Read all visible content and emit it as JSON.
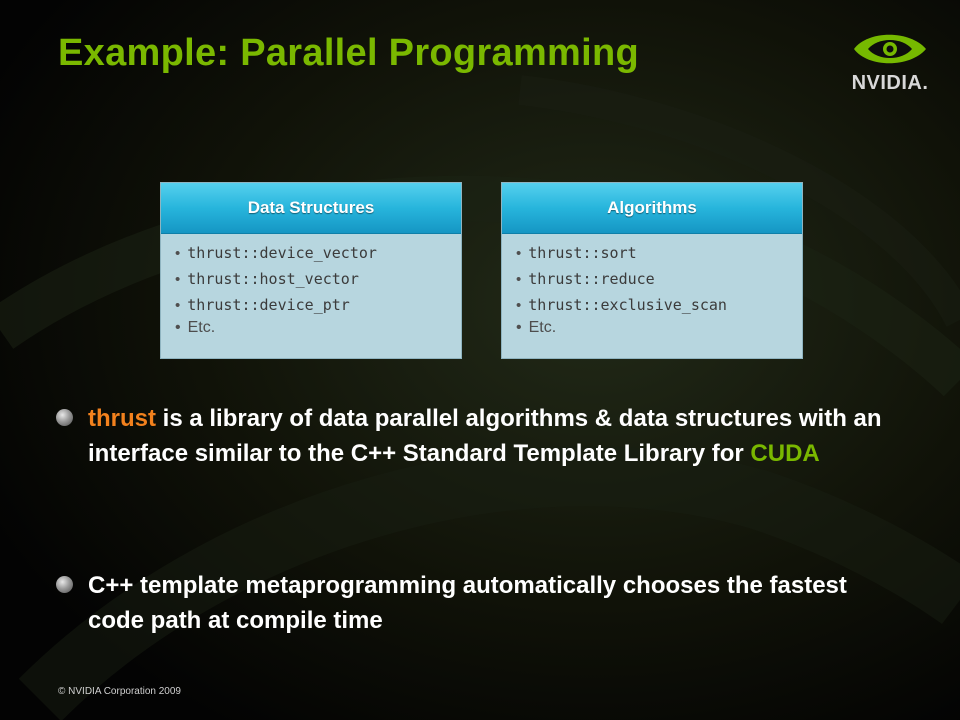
{
  "slide": {
    "title": "Example: Parallel Programming",
    "logo": {
      "text": "NVIDIA.",
      "icon": "nvidia-eye-icon",
      "color": "#76b900"
    },
    "panels": [
      {
        "header": "Data Structures",
        "items": [
          "thrust::device_vector",
          "thrust::host_vector",
          "thrust::device_ptr",
          "Etc."
        ]
      },
      {
        "header": "Algorithms",
        "items": [
          "thrust::sort",
          "thrust::reduce",
          "thrust::exclusive_scan",
          "Etc."
        ]
      }
    ],
    "bullets": [
      {
        "parts": [
          {
            "text": "thrust",
            "color": "orange"
          },
          {
            "text": " is a library of data parallel algorithms & data structures with an interface similar to the C++ Standard Template Library for ",
            "color": "white"
          },
          {
            "text": "CUDA",
            "color": "green"
          }
        ]
      },
      {
        "parts": [
          {
            "text": "C++ template metaprogramming automatically chooses the fastest code path at compile time",
            "color": "white"
          }
        ]
      }
    ],
    "footer": "© NVIDIA Corporation 2009"
  },
  "colors": {
    "title": "#7ab800",
    "highlight": "#f2811d",
    "panel_header": "#27b5dc",
    "panel_body": "#b7d6df"
  }
}
